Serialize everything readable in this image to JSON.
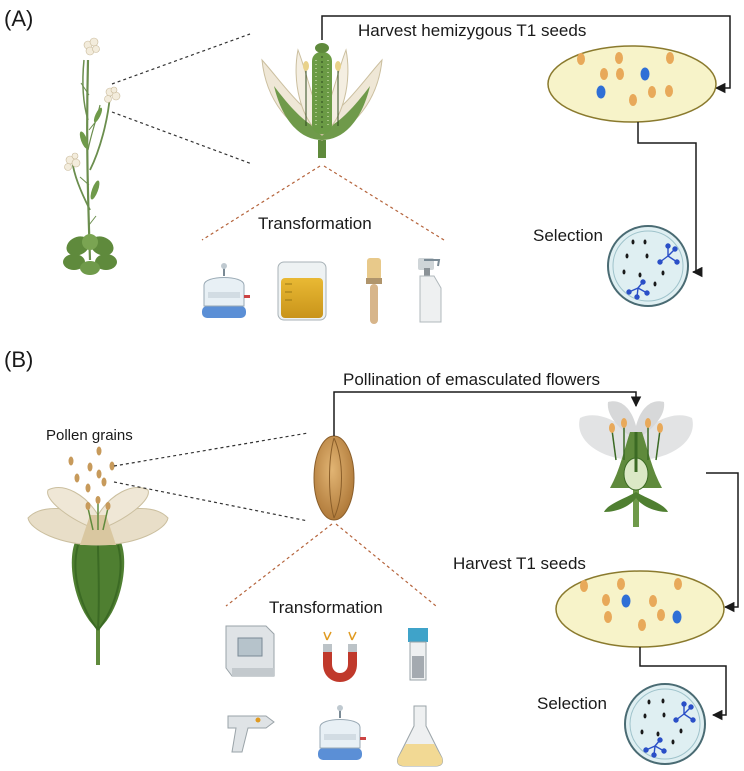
{
  "panels": {
    "a": {
      "label": "(A)",
      "step_harvest": "Harvest hemizygous T1 seeds",
      "step_transformation": "Transformation",
      "step_selection": "Selection"
    },
    "b": {
      "label": "(B)",
      "pollen_label": "Pollen grains",
      "step_pollination": "Pollination of emasculated flowers",
      "step_harvest": "Harvest T1 seeds",
      "step_transformation": "Transformation",
      "step_selection": "Selection"
    }
  },
  "colors": {
    "stem_green": "#5f8a3c",
    "leaf_green": "#6f9a4a",
    "petal_cream": "#efe7d6",
    "seed_orange": "#e8a95a",
    "seed_blue": "#2f6fd6",
    "plate_fill": "#f7f3c9",
    "plate_border": "#8a7a2e",
    "dish_fill": "#dfeff2",
    "pollen_brown": "#c79a5b",
    "guide_line": "#b5643c"
  }
}
